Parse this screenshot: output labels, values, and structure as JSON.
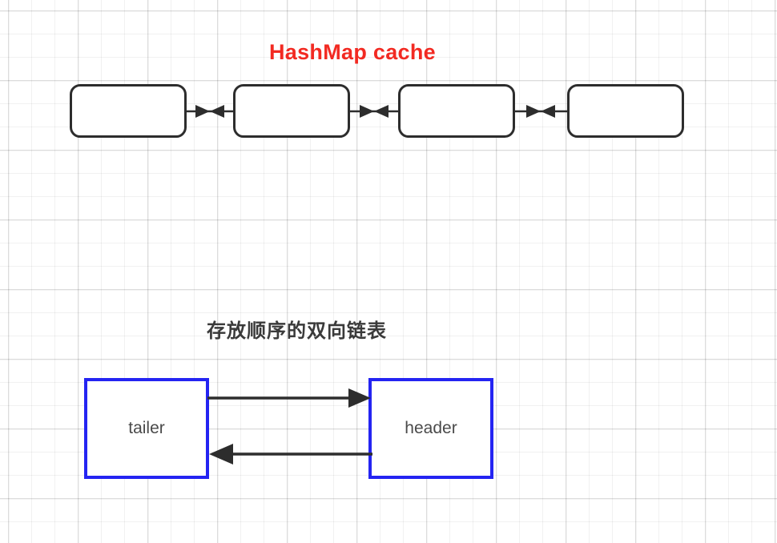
{
  "diagram": {
    "title": "HashMap cache",
    "title_color": "#f22a22",
    "background": "grid-paper",
    "sections": {
      "hashmap_row": {
        "label": "HashMap cache",
        "nodes": [
          {
            "label": "",
            "name": "hashmap-node-1"
          },
          {
            "label": "",
            "name": "hashmap-node-2"
          },
          {
            "label": "",
            "name": "hashmap-node-3"
          },
          {
            "label": "",
            "name": "hashmap-node-4"
          }
        ],
        "connectors": [
          {
            "name": "bidirectional-connector-1",
            "type": "bowtie-double-arrow"
          },
          {
            "name": "bidirectional-connector-2",
            "type": "bowtie-double-arrow"
          },
          {
            "name": "bidirectional-connector-3",
            "type": "bowtie-double-arrow"
          }
        ]
      },
      "linked_list": {
        "caption": "存放顺序的双向链表",
        "caption_color": "#3a3a3a",
        "box_border_color": "#2424f2",
        "nodes": [
          {
            "label": "tailer",
            "name": "linkedlist-node-tailer"
          },
          {
            "label": "header",
            "name": "linkedlist-node-header"
          }
        ],
        "arrows": [
          {
            "name": "arrow-tailer-to-header",
            "direction": "right"
          },
          {
            "name": "arrow-header-to-tailer",
            "direction": "left"
          }
        ]
      }
    }
  }
}
